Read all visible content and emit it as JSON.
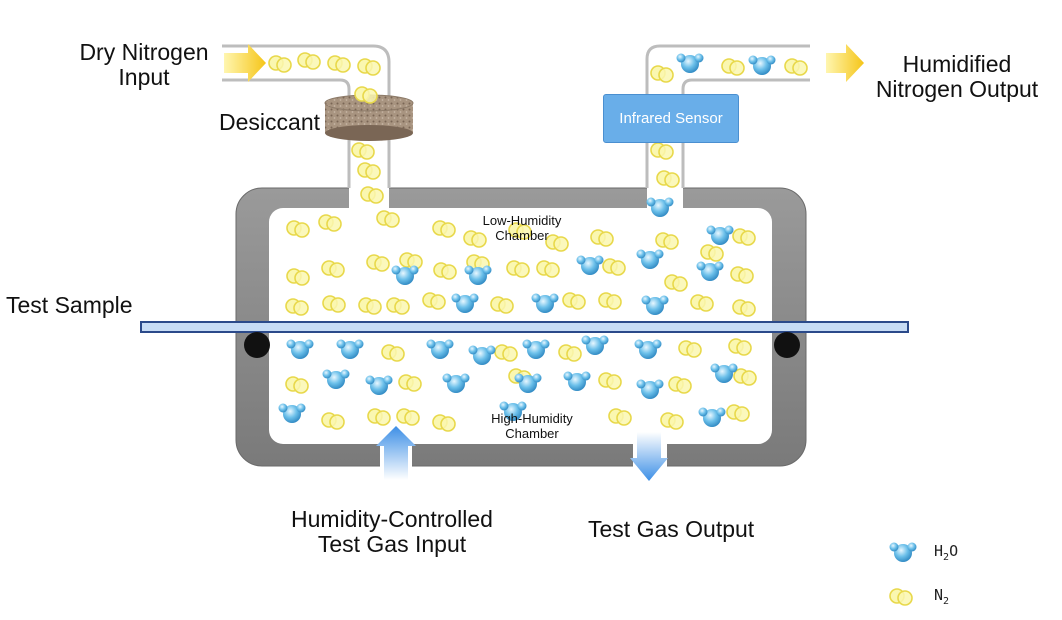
{
  "labels": {
    "dry_nitrogen_input": "Dry Nitrogen\nInput",
    "desiccant": "Desiccant",
    "infrared_sensor": "Infrared Sensor",
    "humidified_nitrogen_output": "Humidified\nNitrogen Output",
    "test_sample": "Test Sample",
    "low_humidity_chamber": "Low-Humidity\nChamber",
    "high_humidity_chamber": "High-Humidity\nChamber",
    "humidity_controlled_input": "Humidity-Controlled\nTest Gas Input",
    "test_gas_output": "Test Gas Output"
  },
  "legend": [
    {
      "icon": "water-molecule-icon",
      "formula": "H",
      "sub": "2",
      "suffix": "O"
    },
    {
      "icon": "nitrogen-molecule-icon",
      "formula": "N",
      "sub": "2",
      "suffix": ""
    }
  ],
  "colors": {
    "chamber_frame": "#8c8c8c",
    "water": "#4aa3d8",
    "nitrogen": "#f7f08a",
    "arrow_yellow": "#f5c518",
    "arrow_blue": "#3d8fe6",
    "sensor": "#69aee9",
    "sample": "#c7dcf5"
  }
}
